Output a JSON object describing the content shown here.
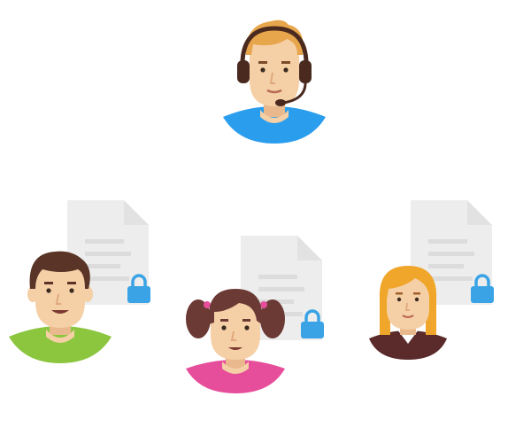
{
  "colors": {
    "background": "#ffffff",
    "doc_paper": "#ededed",
    "doc_lines": "#dcdcdc",
    "lock": "#3aa3e6",
    "skin": "#f5cfa6",
    "support_shirt": "#2b9ded",
    "support_hair": "#e8a64c",
    "headset": "#4a2a1f",
    "man_shirt": "#8cc63f",
    "man_hair": "#5a3426",
    "girl_shirt": "#e64e9c",
    "girl_hair": "#6b3a35",
    "woman_shirt": "#5b2a2a",
    "woman_hair": "#f0a62a"
  },
  "people": [
    {
      "role": "support-agent",
      "icon": "headset-agent-avatar"
    },
    {
      "role": "man",
      "icon": "man-avatar"
    },
    {
      "role": "girl",
      "icon": "girl-avatar"
    },
    {
      "role": "woman",
      "icon": "woman-avatar"
    }
  ],
  "documents": [
    {
      "owner": "man",
      "icon": "document-icon",
      "lock": "lock-icon"
    },
    {
      "owner": "girl",
      "icon": "document-icon",
      "lock": "lock-icon"
    },
    {
      "owner": "woman",
      "icon": "document-icon",
      "lock": "lock-icon"
    }
  ]
}
